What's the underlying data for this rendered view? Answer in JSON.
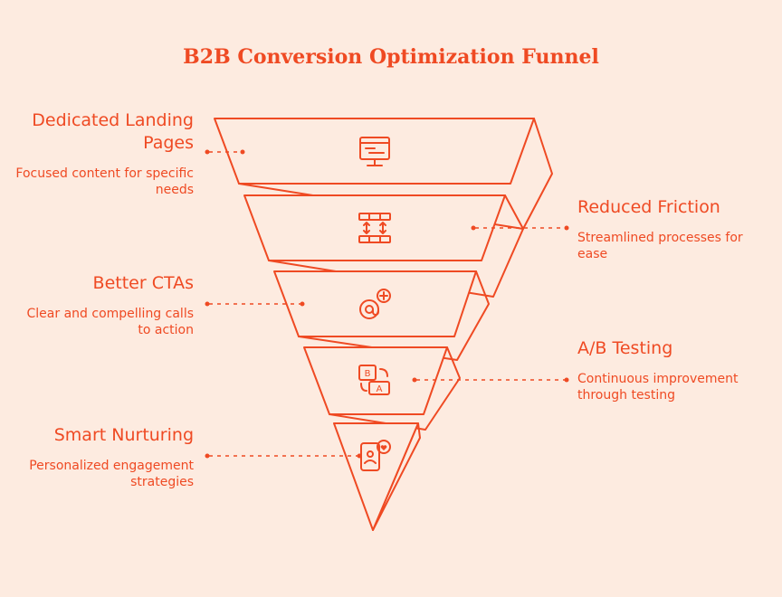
{
  "title": "B2B Conversion Optimization Funnel",
  "accent_color": "#ef4a23",
  "background_color": "#fdebe0",
  "stages": [
    {
      "title": "Dedicated Landing Pages",
      "description": "Focused content for specific needs",
      "icon": "landing-page-monitor-icon",
      "side": "left"
    },
    {
      "title": "Reduced Friction",
      "description": "Streamlined processes for ease",
      "icon": "streamline-rows-icon",
      "side": "right"
    },
    {
      "title": "Better CTAs",
      "description": "Clear and compelling calls to action",
      "icon": "at-sign-plus-icon",
      "side": "left"
    },
    {
      "title": "A/B Testing",
      "description": "Continuous improvement through testing",
      "icon": "ab-test-icon",
      "side": "right"
    },
    {
      "title": "Smart Nurturing",
      "description": "Personalized engagement strategies",
      "icon": "phone-heart-icon",
      "side": "left"
    }
  ]
}
